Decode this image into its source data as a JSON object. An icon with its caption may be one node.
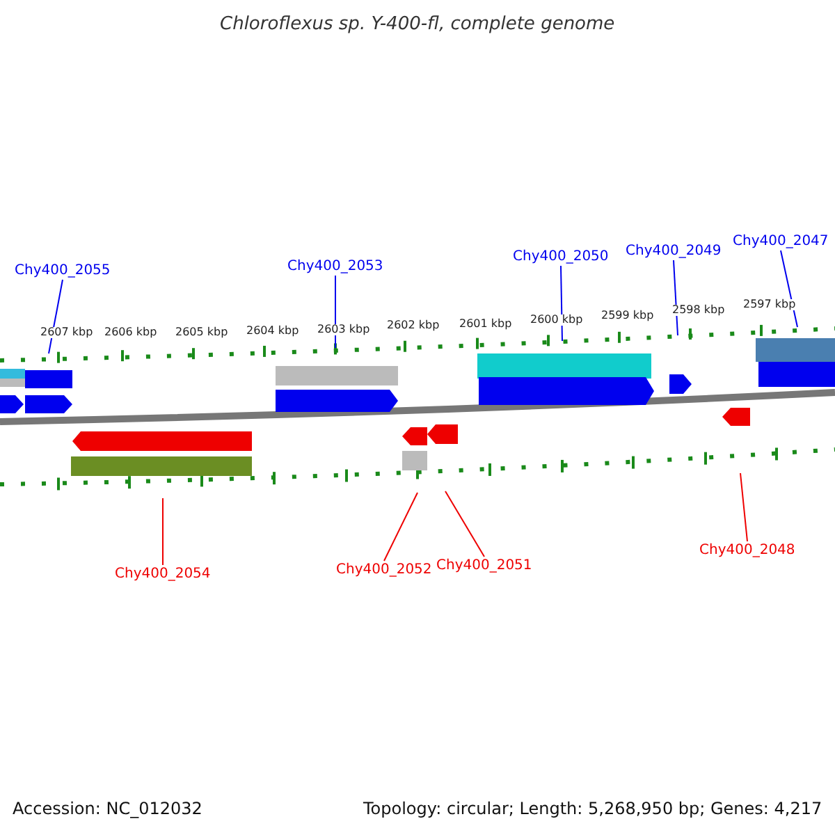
{
  "diagram": {
    "title": "Chloroflexus sp. Y-400-fl, complete genome",
    "nodes": [
      {
        "text": [
          "Chy400_2055"
        ]
      },
      {
        "text": [
          "Chy400_2053"
        ]
      },
      {
        "text": [
          "Chy400_2050"
        ]
      },
      {
        "text": [
          "Chy400_2049"
        ]
      },
      {
        "text": [
          "Chy400_2047"
        ]
      },
      {
        "text": [
          "Chy400_2054"
        ]
      },
      {
        "text": [
          "Chy400_2052"
        ]
      },
      {
        "text": [
          "Chy400_2051"
        ]
      },
      {
        "text": [
          "Chy400_2048"
        ]
      }
    ],
    "edges": [
      {
        "from": 0,
        "to": null,
        "arrow": "none"
      },
      {
        "from": 1,
        "to": null,
        "arrow": "none"
      },
      {
        "from": 2,
        "to": null,
        "arrow": "none"
      },
      {
        "from": 3,
        "to": null,
        "arrow": "none"
      },
      {
        "from": 4,
        "to": null,
        "arrow": "none"
      },
      {
        "from": 5,
        "to": null,
        "arrow": "none",
        "color": "#ee0000"
      },
      {
        "from": 6,
        "to": null,
        "arrow": "none",
        "color": "#ee0000"
      },
      {
        "from": 7,
        "to": null,
        "arrow": "none",
        "color": "#ee0000"
      },
      {
        "from": 8,
        "to": null,
        "arrow": "none",
        "color": "#ee0000"
      }
    ],
    "labels": [
      "2607 kbp",
      "2606 kbp",
      "2605 kbp",
      "2604 kbp",
      "2603 kbp",
      "2602 kbp",
      "2601 kbp",
      "2600 kbp",
      "2599 kbp",
      "2598 kbp",
      "2597 kbp",
      "Accession: NC_012032",
      "Topology: circular; Length: 5,268,950 bp; Genes: 4,217"
    ]
  }
}
